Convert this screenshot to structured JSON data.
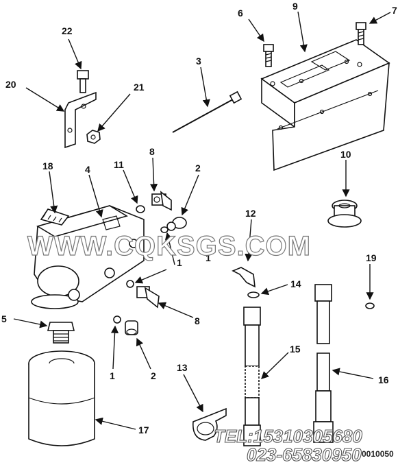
{
  "callouts": [
    {
      "id": "c22",
      "text": "22"
    },
    {
      "id": "c20",
      "text": "20"
    },
    {
      "id": "c21",
      "text": "21"
    },
    {
      "id": "c3",
      "text": "3"
    },
    {
      "id": "c6",
      "text": "6"
    },
    {
      "id": "c9",
      "text": "9"
    },
    {
      "id": "c7",
      "text": "7"
    },
    {
      "id": "c8a",
      "text": "8"
    },
    {
      "id": "c11",
      "text": "11"
    },
    {
      "id": "c2a",
      "text": "2"
    },
    {
      "id": "c18",
      "text": "18"
    },
    {
      "id": "c4",
      "text": "4"
    },
    {
      "id": "c10",
      "text": "10"
    },
    {
      "id": "c1a",
      "text": "1"
    },
    {
      "id": "c1b",
      "text": "1"
    },
    {
      "id": "c12",
      "text": "12"
    },
    {
      "id": "c19",
      "text": "19"
    },
    {
      "id": "c5",
      "text": "5"
    },
    {
      "id": "c14",
      "text": "14"
    },
    {
      "id": "c8b",
      "text": "8"
    },
    {
      "id": "c15",
      "text": "15"
    },
    {
      "id": "c1c",
      "text": "1"
    },
    {
      "id": "c2b",
      "text": "2"
    },
    {
      "id": "c13",
      "text": "13"
    },
    {
      "id": "c16",
      "text": "16"
    },
    {
      "id": "c17",
      "text": "17"
    }
  ],
  "watermark": "WWW.CQKSGS.COM",
  "phone_line_1": "TEL:15310305680",
  "phone_line_2": "023-65830950",
  "drawing_code": "0010050"
}
